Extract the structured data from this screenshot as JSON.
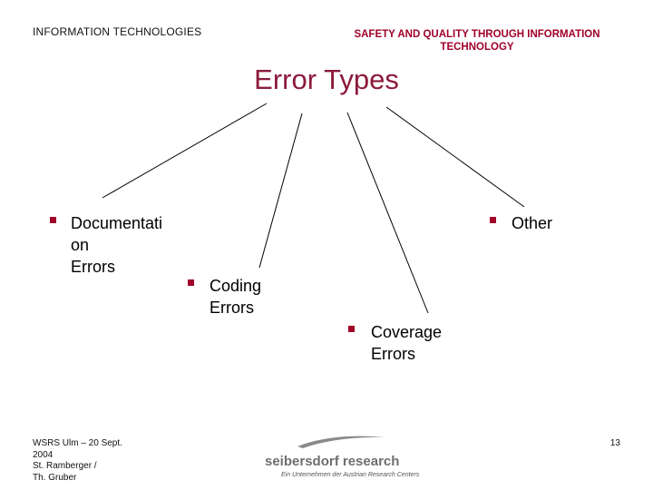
{
  "header": {
    "left": "INFORMATION TECHNOLOGIES",
    "right": "SAFETY AND QUALITY THROUGH INFORMATION TECHNOLOGY"
  },
  "title": "Error Types",
  "nodes": {
    "documentation": "Documentati\non\nErrors",
    "coding": "Coding\nErrors",
    "coverage": "Coverage\nErrors",
    "other": "Other"
  },
  "footer": {
    "left": "WSRS Ulm – 20 Sept.\n2004\nSt. Ramberger /\nTh. Gruber",
    "page_number": "13",
    "logo_name": "seibersdorf research",
    "logo_tagline": "Ein Unternehmen der Austrian Research Centers"
  },
  "colors": {
    "header_accent": "#a0002a",
    "title": "#8b1a3b",
    "bullet": "#a0002a",
    "logo_gray": "#6e6e6e"
  }
}
